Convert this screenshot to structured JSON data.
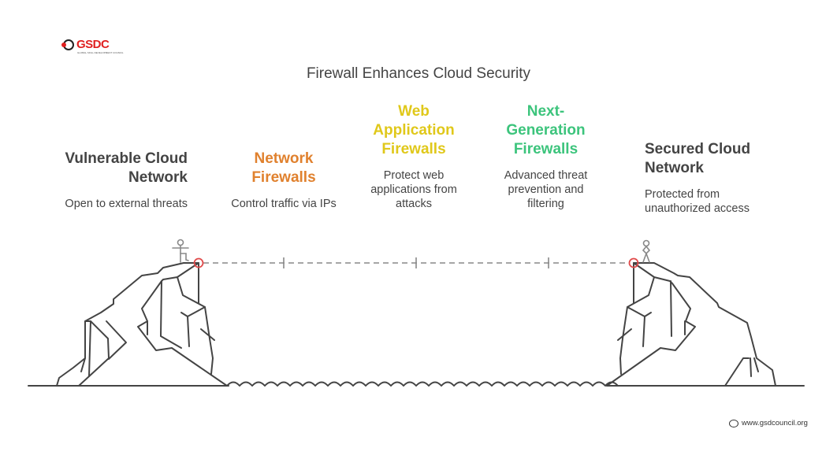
{
  "logo": {
    "text": "GSDC",
    "subtitle": "GLOBAL SKILL DEVELOPMENT COUNCIL"
  },
  "title": "Firewall Enhances Cloud Security",
  "colors": {
    "dark": "#444444",
    "orange": "#e0812e",
    "yellow": "#e0c81a",
    "green": "#3cc47c",
    "red": "#e04a4a",
    "line": "#888888"
  },
  "stages": [
    {
      "heading": "Vulnerable Cloud Network",
      "heading_lines": [
        "Vulnerable Cloud",
        "Network"
      ],
      "description": "Open to external threats",
      "color": "#444444"
    },
    {
      "heading": "Network Firewalls",
      "heading_lines": [
        "Network",
        "Firewalls"
      ],
      "description": "Control traffic via IPs",
      "color": "#e0812e"
    },
    {
      "heading": "Web Application Firewalls",
      "heading_lines": [
        "Web",
        "Application",
        "Firewalls"
      ],
      "description": "Protect web applications from attacks",
      "color": "#e0c81a"
    },
    {
      "heading": "Next-Generation Firewalls",
      "heading_lines": [
        "Next-",
        "Generation",
        "Firewalls"
      ],
      "description": "Advanced threat prevention and filtering",
      "color": "#3cc47c"
    },
    {
      "heading": "Secured Cloud Network",
      "heading_lines": [
        "Secured Cloud",
        "Network"
      ],
      "description": "Protected from unauthorized access",
      "color": "#444444"
    }
  ],
  "footer": {
    "website": "www.gsdcouncil.org"
  }
}
